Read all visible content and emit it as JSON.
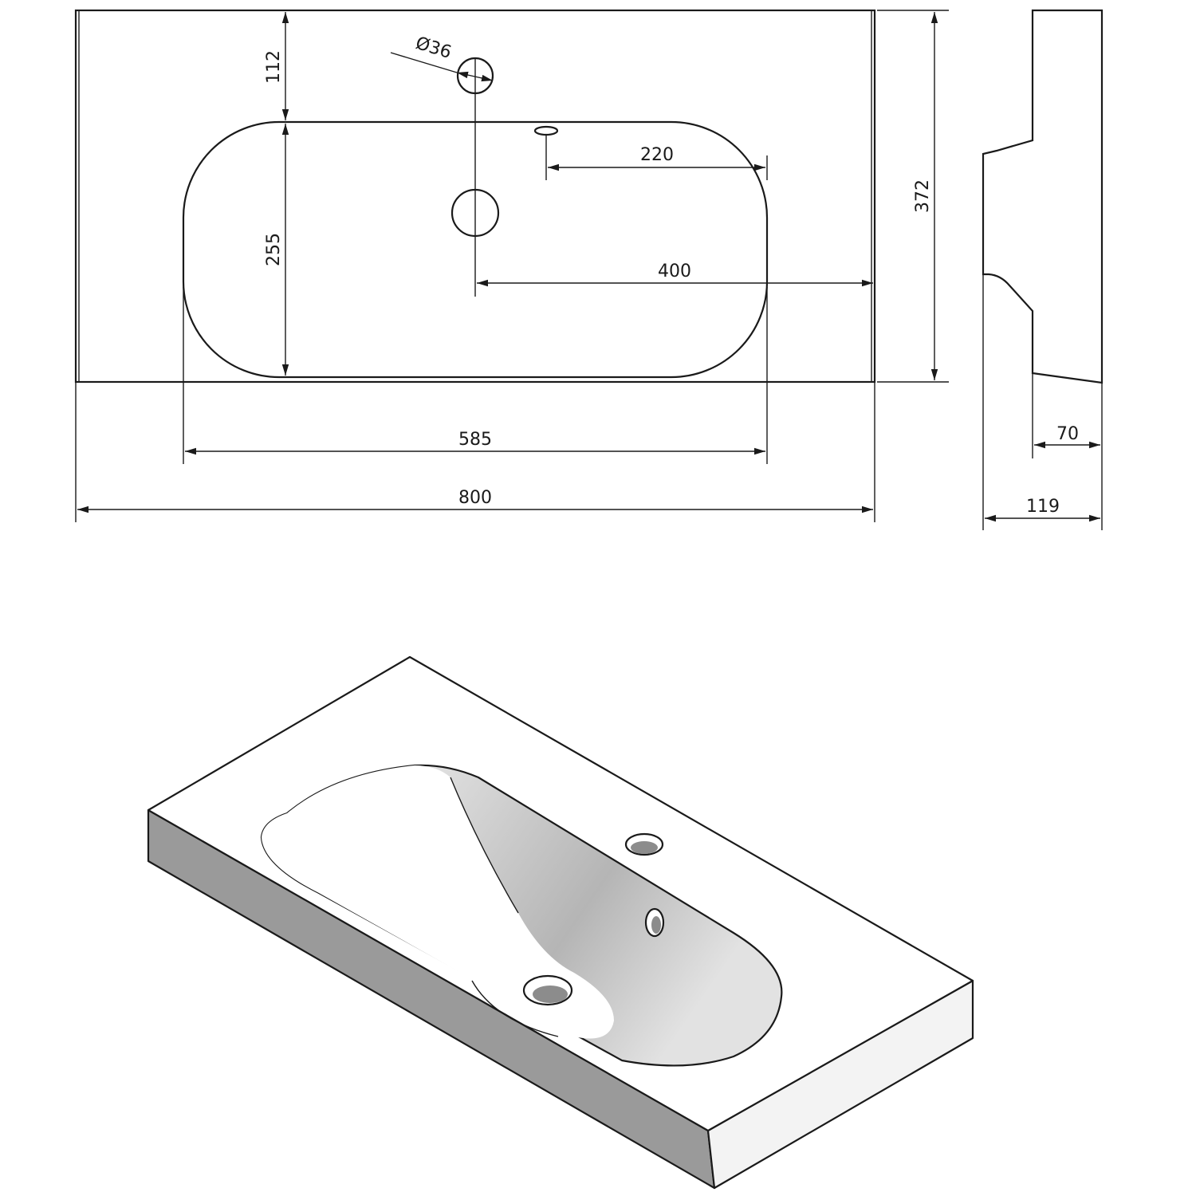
{
  "dimensions": {
    "hole_diameter": "Ø36",
    "faucet_offset": "112",
    "overflow_offset": "220",
    "bowl_depth": "255",
    "drain_offset": "400",
    "total_depth": "372",
    "bowl_width": "585",
    "total_width": "800",
    "rim_thickness": "70",
    "side_depth": "119"
  },
  "colors": {
    "line": "#1a1a1a",
    "side_face": "#9a9a9a",
    "front_face": "#f3f3f3",
    "top_face": "#ffffff"
  }
}
